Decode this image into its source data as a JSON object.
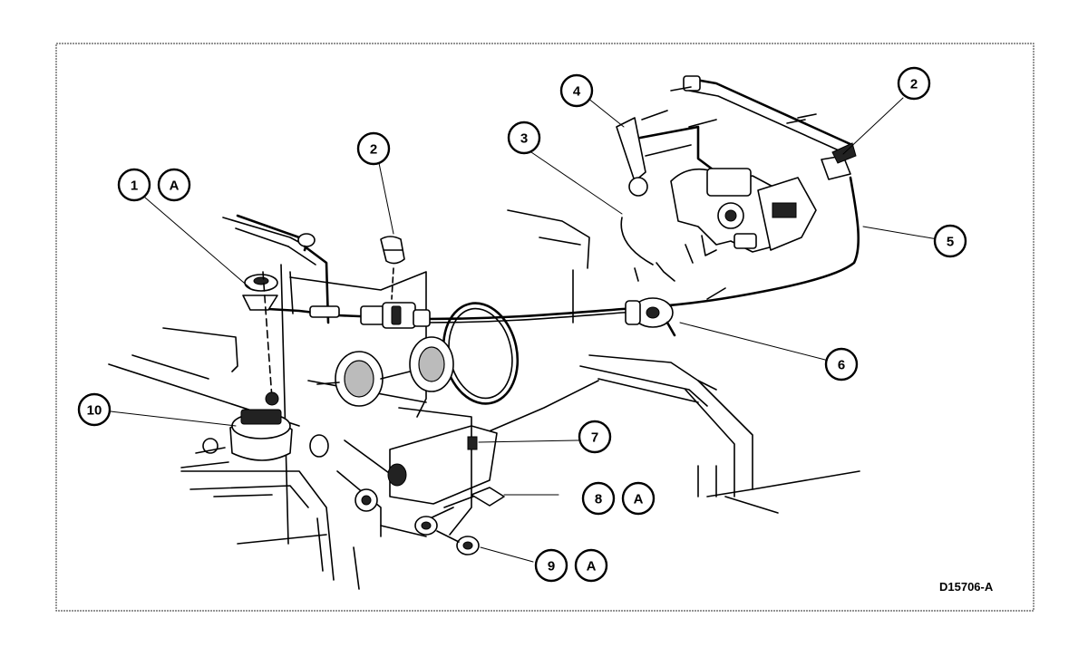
{
  "figure_code": "D15706-A",
  "callouts": [
    {
      "id": "c1",
      "label": "1"
    },
    {
      "id": "c1a",
      "label": "A"
    },
    {
      "id": "c2a",
      "label": "2"
    },
    {
      "id": "c2b",
      "label": "2"
    },
    {
      "id": "c3",
      "label": "3"
    },
    {
      "id": "c4",
      "label": "4"
    },
    {
      "id": "c5",
      "label": "5"
    },
    {
      "id": "c6",
      "label": "6"
    },
    {
      "id": "c7",
      "label": "7"
    },
    {
      "id": "c8",
      "label": "8"
    },
    {
      "id": "c8a",
      "label": "A"
    },
    {
      "id": "c9",
      "label": "9"
    },
    {
      "id": "c9a",
      "label": "A"
    },
    {
      "id": "c10",
      "label": "10"
    }
  ]
}
